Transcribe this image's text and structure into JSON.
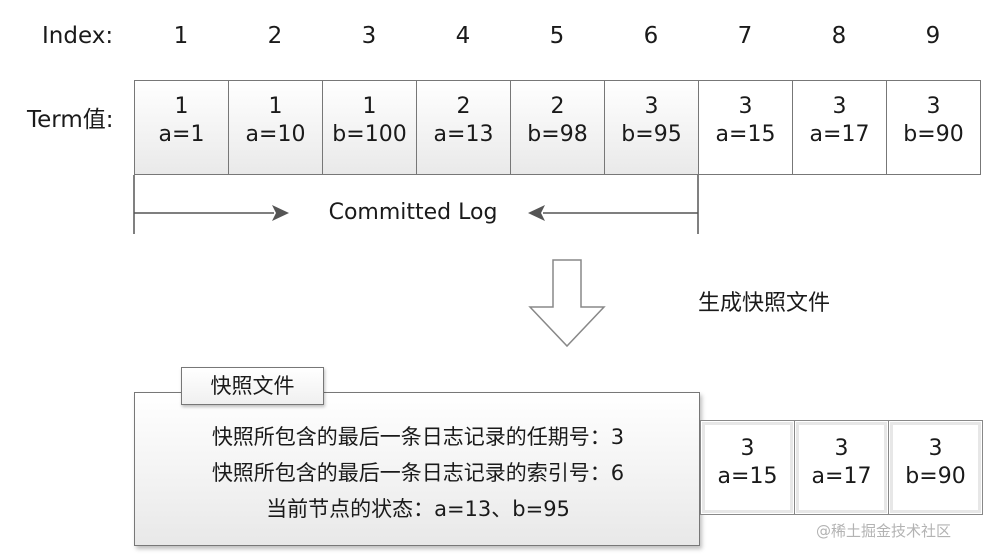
{
  "log": {
    "index_label": "Index:",
    "term_label": "Term值:",
    "indices": [
      "1",
      "2",
      "3",
      "4",
      "5",
      "6",
      "7",
      "8",
      "9"
    ],
    "entries": [
      {
        "term": "1",
        "command": "a=1",
        "committed": true
      },
      {
        "term": "1",
        "command": "a=10",
        "committed": true
      },
      {
        "term": "1",
        "command": "b=100",
        "committed": true
      },
      {
        "term": "2",
        "command": "a=13",
        "committed": true
      },
      {
        "term": "2",
        "command": "b=98",
        "committed": true
      },
      {
        "term": "3",
        "command": "b=95",
        "committed": true
      },
      {
        "term": "3",
        "command": "a=15",
        "committed": false
      },
      {
        "term": "3",
        "command": "a=17",
        "committed": false
      },
      {
        "term": "3",
        "command": "b=90",
        "committed": false
      }
    ],
    "committed_label": "Committed Log"
  },
  "transition": {
    "label": "生成快照文件"
  },
  "snapshot": {
    "tag": "快照文件",
    "lines": [
      "快照所包含的最后一条日志记录的任期号：3",
      "快照所包含的最后一条日志记录的索引号：6",
      "当前节点的状态：a=13、b=95"
    ],
    "remaining_entries": [
      {
        "term": "3",
        "command": "a=15"
      },
      {
        "term": "3",
        "command": "a=17"
      },
      {
        "term": "3",
        "command": "b=90"
      }
    ]
  },
  "watermark": "@稀土掘金技术社区"
}
